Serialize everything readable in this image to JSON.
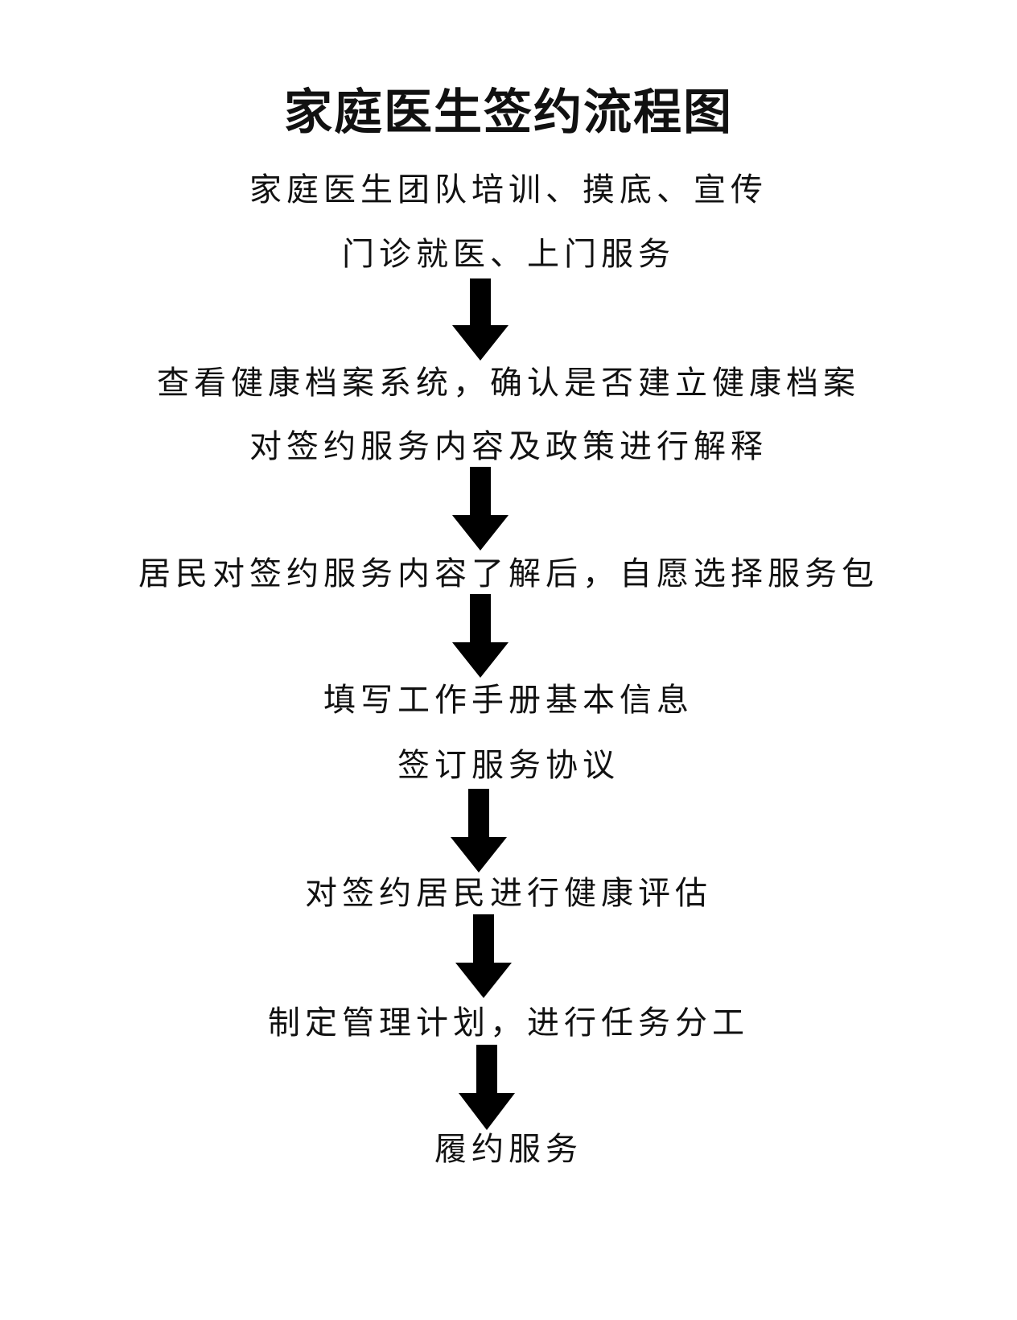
{
  "title": "家庭医生签约流程图",
  "steps": [
    {
      "lines": [
        "家庭医生团队培训、摸底、宣传",
        "门诊就医、上门服务"
      ]
    },
    {
      "lines": [
        "查看健康档案系统，确认是否建立健康档案",
        "对签约服务内容及政策进行解释"
      ]
    },
    {
      "lines": [
        "居民对签约服务内容了解后，自愿选择服务包"
      ]
    },
    {
      "lines": [
        "填写工作手册基本信息",
        "签订服务协议"
      ]
    },
    {
      "lines": [
        "对签约居民进行健康评估"
      ]
    },
    {
      "lines": [
        "制定管理计划，进行任务分工"
      ]
    },
    {
      "lines": [
        "履约服务"
      ]
    }
  ],
  "arrow_icon": "down-arrow-icon",
  "colors": {
    "text": "#111111",
    "arrow": "#000000",
    "background": "#ffffff"
  }
}
